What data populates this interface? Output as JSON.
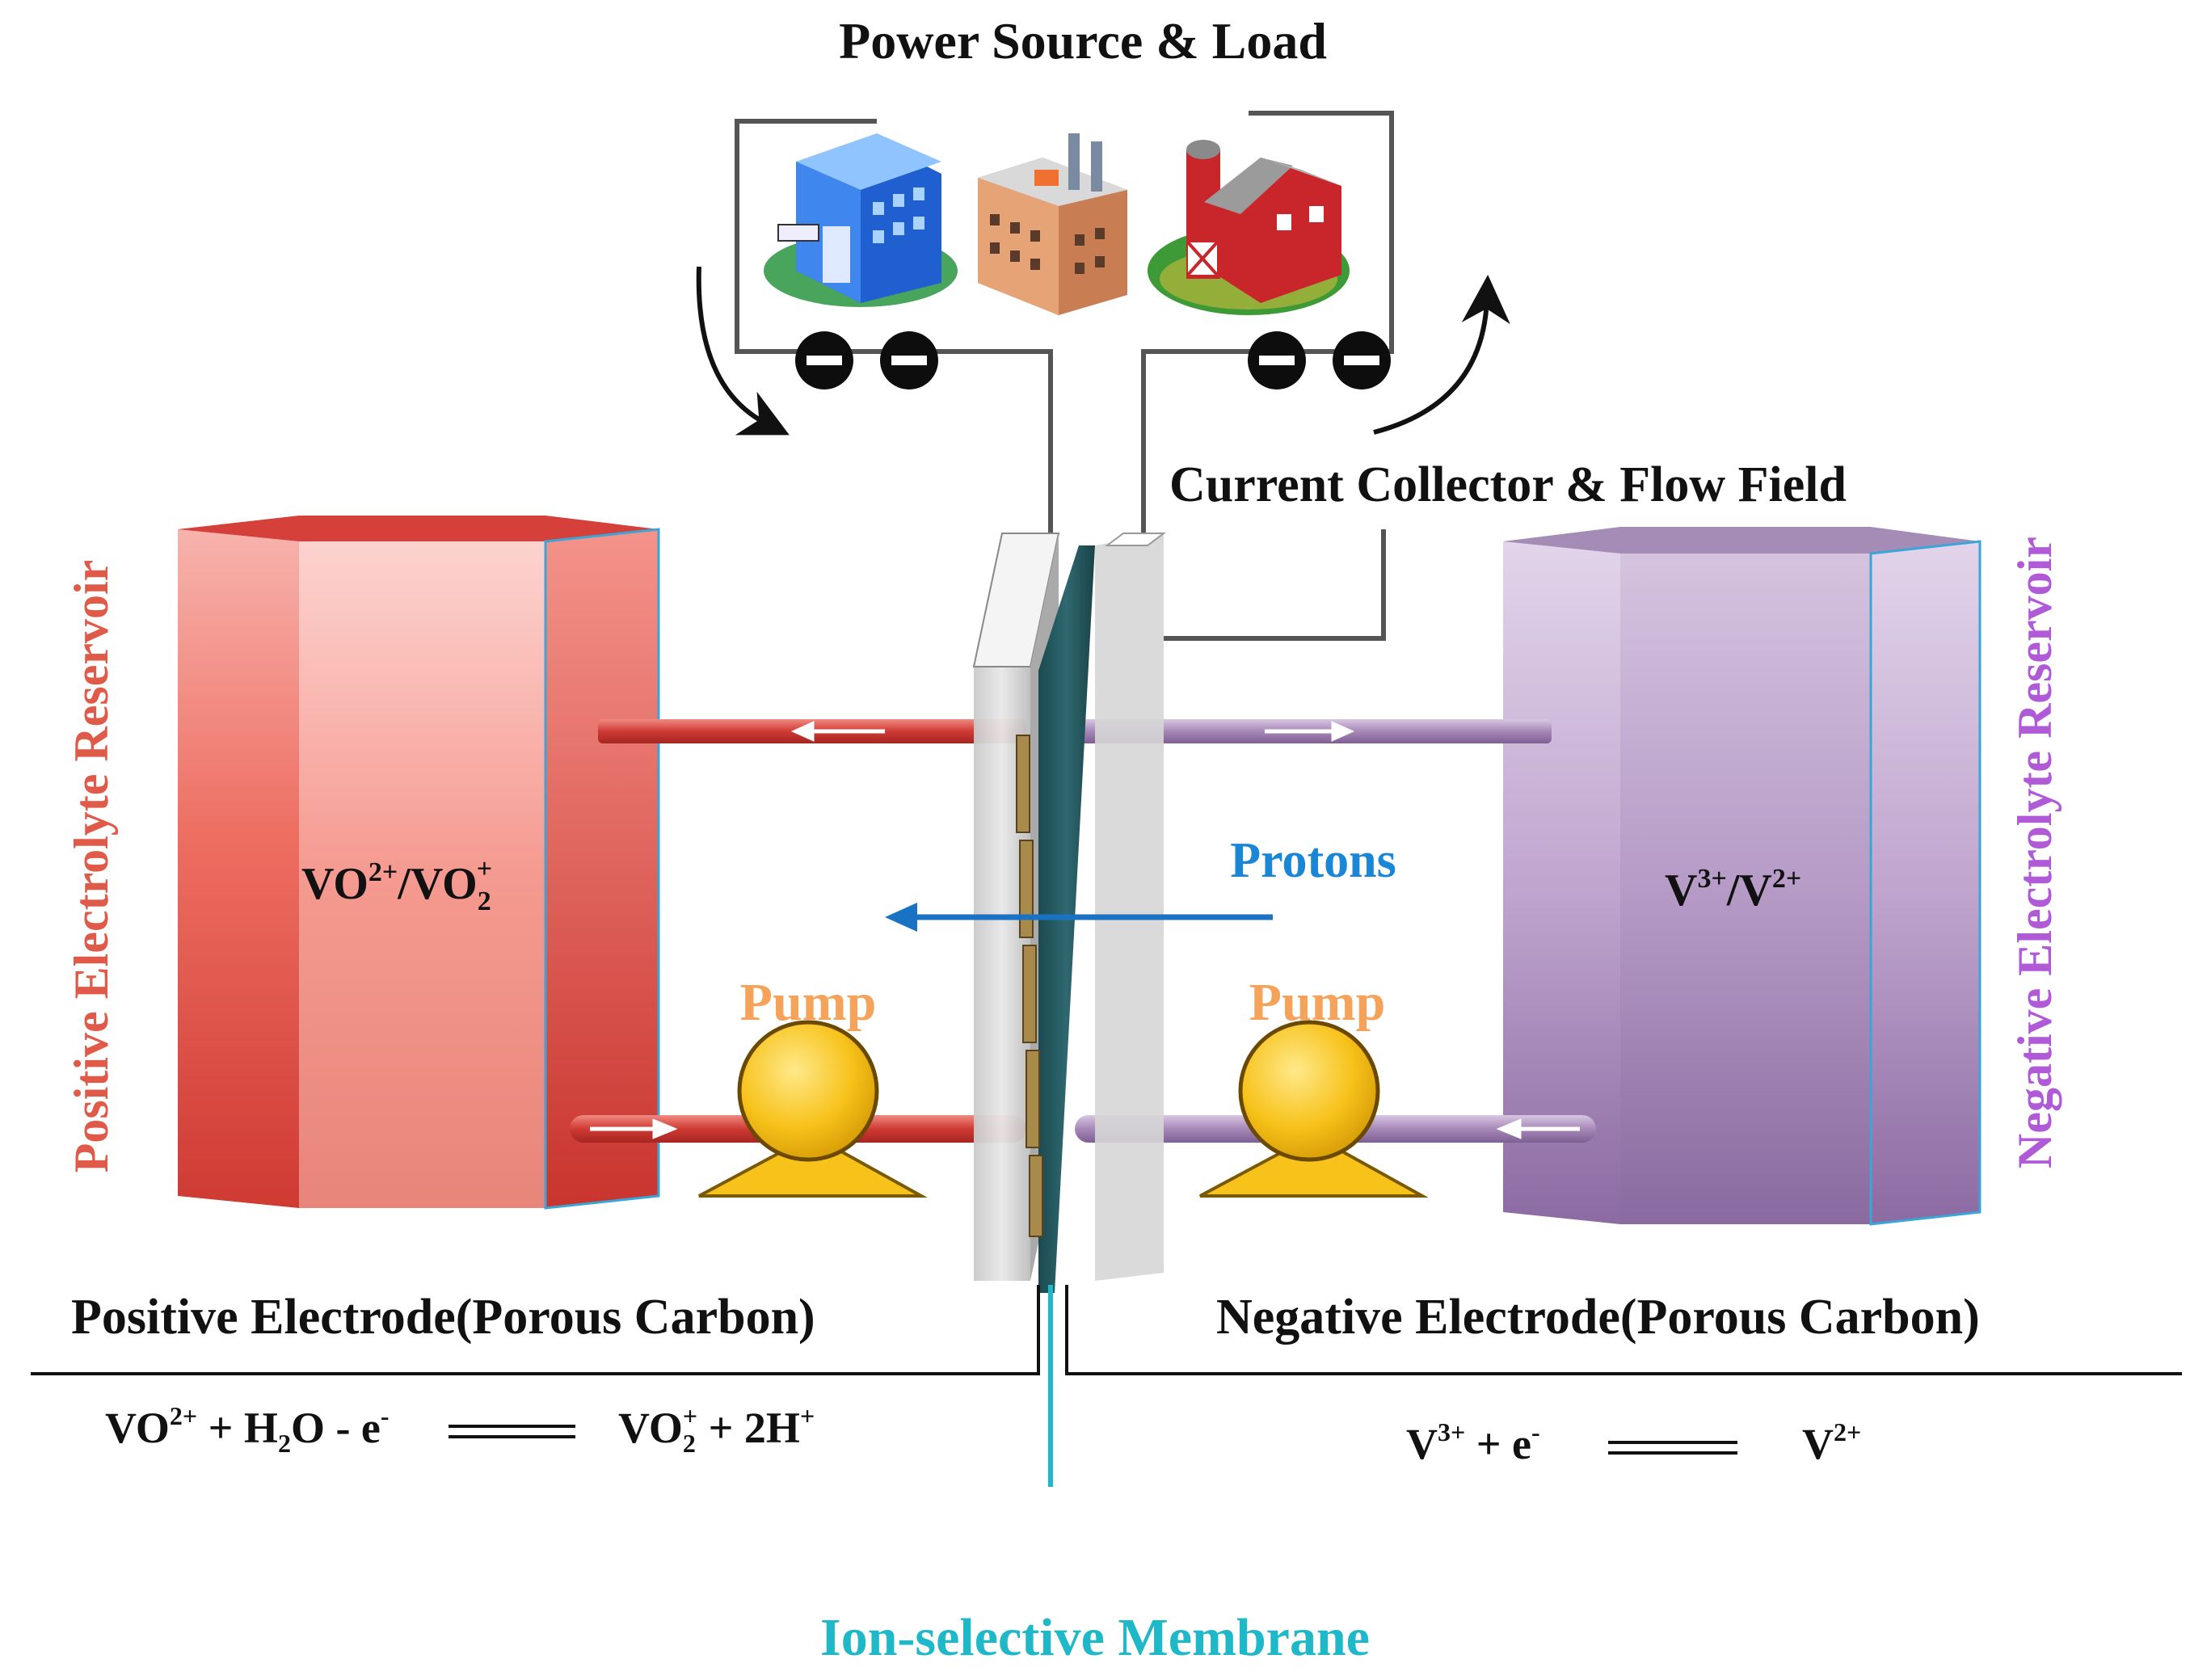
{
  "title": "Power Source & Load",
  "labels": {
    "current_collector": "Current Collector & Flow Field",
    "positive_reservoir": "Positive Electrolyte Reservoir",
    "negative_reservoir": "Negative Electrolyte Reservoir",
    "protons": "Protons",
    "pump_left": "Pump",
    "pump_right": "Pump",
    "positive_electrode": "Positive Electrode(Porous Carbon)",
    "negative_electrode": "Negative Electrode(Porous Carbon)",
    "membrane": "Ion-selective Membrane"
  },
  "species": {
    "positive_couple": {
      "a": "VO",
      "a_sup": "2+",
      "sep": "/",
      "b": "VO",
      "b_sub": "2",
      "b_sup": "+"
    },
    "negative_couple": {
      "a": "V",
      "a_sup": "3+",
      "sep": "/",
      "b": "V",
      "b_sup": "2+"
    }
  },
  "equations": {
    "positive": {
      "t1": "VO",
      "s1": "2+",
      "t2": " + H",
      "sub2": "2",
      "t3": "O - e",
      "s3": "-",
      "t4": "VO",
      "sub4": "2",
      "s4": "+",
      "t5": " + 2H",
      "s5": "+"
    },
    "negative": {
      "t1": "V",
      "s1": "3+",
      "t2": " + e",
      "s2": "-",
      "t3": "V",
      "s3": "2+"
    }
  },
  "colors": {
    "positive": "#e8524a",
    "negative": "#b49ac6",
    "protons": "#1a86d6",
    "pump_label": "#f5a35a",
    "membrane": "#1fb8c8",
    "positive_label": "#e05a4a",
    "negative_label": "#b05ad8"
  },
  "icons": [
    "office-building-icon",
    "factory-icon",
    "barn-icon",
    "electron-icon"
  ]
}
